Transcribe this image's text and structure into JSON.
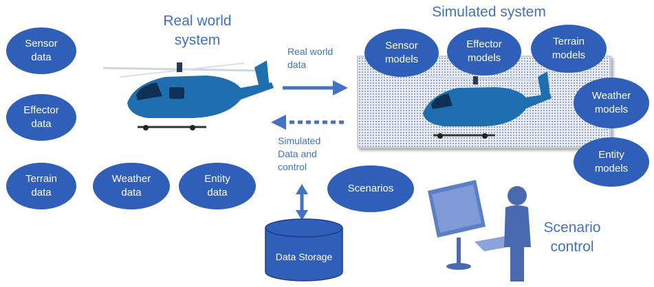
{
  "titles": {
    "real_world": "Real world\nsystem",
    "simulated": "Simulated system",
    "scenario_control": "Scenario\ncontrol"
  },
  "flows": {
    "real_world_data": "Real world\ndata",
    "simulated_data": "Simulated\nData and\ncontrol"
  },
  "real_world_nodes": {
    "sensor": "Sensor\ndata",
    "effector": "Effector\ndata",
    "terrain": "Terrain\ndata",
    "weather": "Weather\ndata",
    "entity": "Entity\ndata"
  },
  "simulated_nodes": {
    "sensor": "Sensor\nmodels",
    "effector": "Effector\nmodels",
    "terrain": "Terrain\nmodels",
    "weather": "Weather\nmodels",
    "entity": "Entity\nmodels"
  },
  "scenarios": "Scenarios",
  "data_storage": "Data Storage",
  "colors": {
    "node_fill": "#2f5fb8",
    "title_text": "#3f72c4",
    "arrow": "#4472c4",
    "helicopter_body": "#1f6fb0",
    "figure": "#5b7fc7"
  }
}
